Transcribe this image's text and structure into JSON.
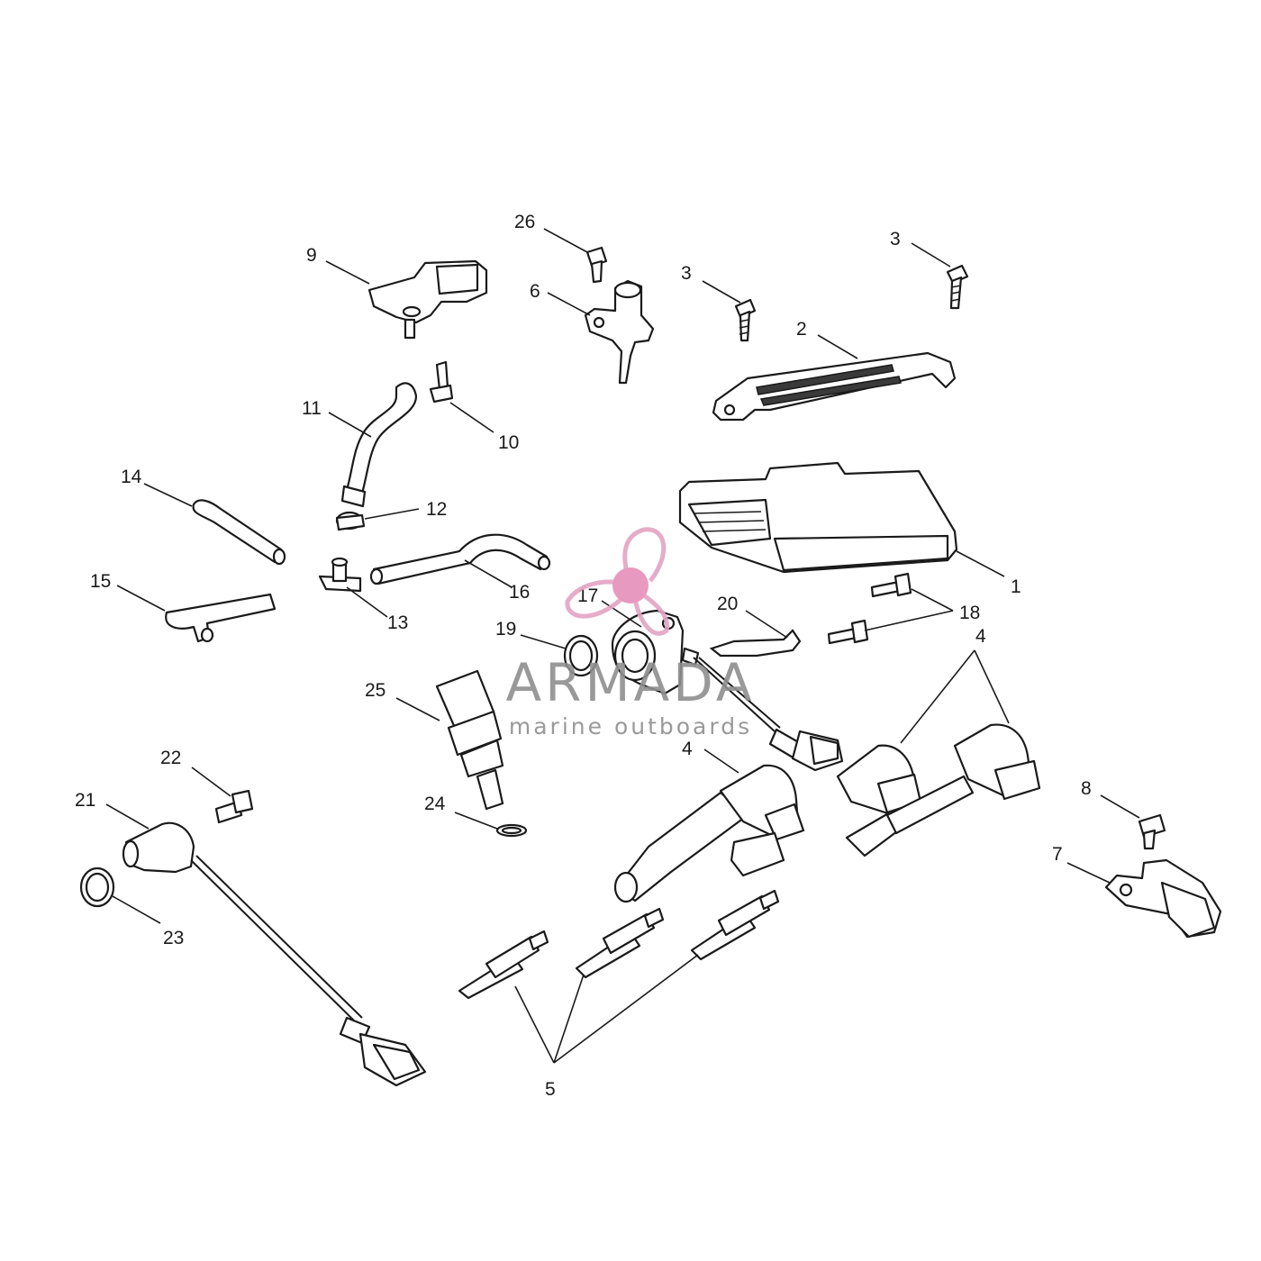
{
  "diagram": {
    "callouts": [
      {
        "id": "1",
        "label": "1"
      },
      {
        "id": "2",
        "label": "2"
      },
      {
        "id": "3a",
        "label": "3"
      },
      {
        "id": "3b",
        "label": "3"
      },
      {
        "id": "4a",
        "label": "4"
      },
      {
        "id": "4b",
        "label": "4"
      },
      {
        "id": "5",
        "label": "5"
      },
      {
        "id": "6",
        "label": "6"
      },
      {
        "id": "7",
        "label": "7"
      },
      {
        "id": "8",
        "label": "8"
      },
      {
        "id": "9",
        "label": "9"
      },
      {
        "id": "10",
        "label": "10"
      },
      {
        "id": "11",
        "label": "11"
      },
      {
        "id": "12",
        "label": "12"
      },
      {
        "id": "13",
        "label": "13"
      },
      {
        "id": "14",
        "label": "14"
      },
      {
        "id": "15",
        "label": "15"
      },
      {
        "id": "16",
        "label": "16"
      },
      {
        "id": "17",
        "label": "17"
      },
      {
        "id": "18",
        "label": "18"
      },
      {
        "id": "19",
        "label": "19"
      },
      {
        "id": "20",
        "label": "20"
      },
      {
        "id": "21",
        "label": "21"
      },
      {
        "id": "22",
        "label": "22"
      },
      {
        "id": "23",
        "label": "23"
      },
      {
        "id": "24",
        "label": "24"
      },
      {
        "id": "25",
        "label": "25"
      },
      {
        "id": "26",
        "label": "26"
      }
    ]
  },
  "watermark": {
    "title": "ARMADA",
    "subtitle": "marine outboards",
    "colors": {
      "logo": "#e58fb9",
      "text": "#8f8f8f"
    }
  }
}
